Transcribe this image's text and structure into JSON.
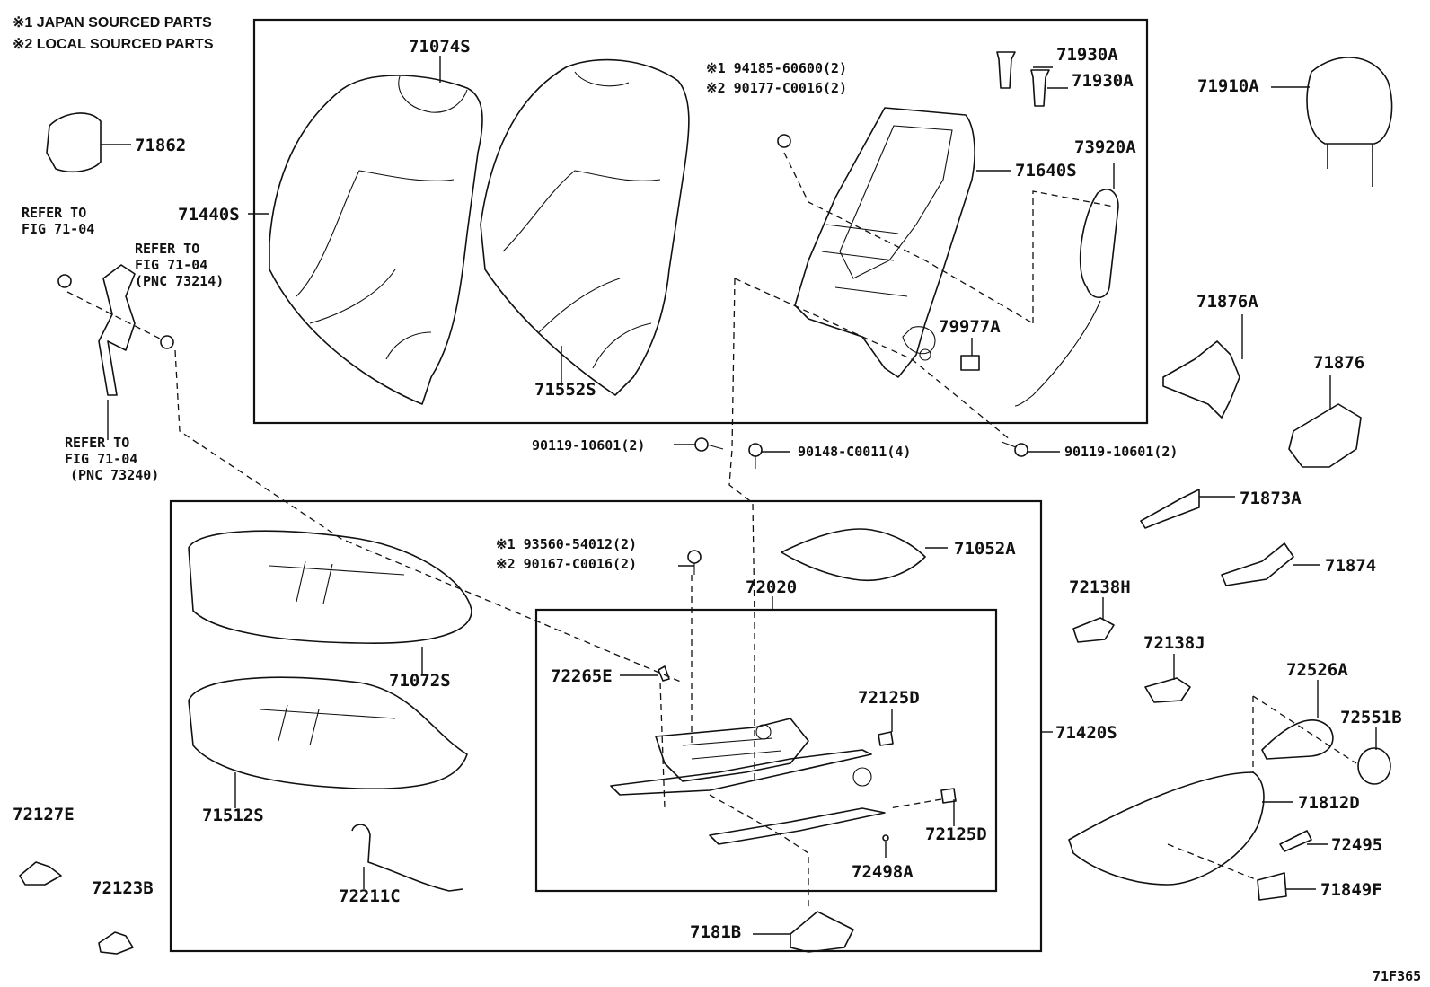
{
  "notes": [
    "※1 JAPAN SOURCED PARTS",
    "※2 LOCAL SOURCED PARTS"
  ],
  "figure_code": "71F365",
  "labels": {
    "p71074S": "71074S",
    "p71440S": "71440S",
    "p71552S": "71552S",
    "p71862": "71862",
    "p71930A_1": "71930A",
    "p71930A_2": "71930A",
    "p71910A": "71910A",
    "n1_94185": "※1 94185-60600(2)",
    "n2_90177": "※2 90177-C0016(2)",
    "p71640S": "71640S",
    "p73920A": "73920A",
    "p79977A": "79977A",
    "p71876A": "71876A",
    "p71876": "71876",
    "p90119_left": "90119-10601(2)",
    "p90148": "90148-C0011(4)",
    "p90119_right": "90119-10601(2)",
    "p71873A": "71873A",
    "p71052A": "71052A",
    "n1_93560": "※1 93560-54012(2)",
    "n2_90167": "※2 90167-C0016(2)",
    "p72020": "72020",
    "p71874": "71874",
    "p72138H": "72138H",
    "p72138J": "72138J",
    "p72265E": "72265E",
    "p72125D_1": "72125D",
    "p72125D_2": "72125D",
    "p71072S": "71072S",
    "p71420S": "71420S",
    "p72526A": "72526A",
    "p72551B": "72551B",
    "p71812D": "71812D",
    "p71512S": "71512S",
    "p72127E": "72127E",
    "p72495": "72495",
    "p72498A": "72498A",
    "p71849F": "71849F",
    "p72123B": "72123B",
    "p72211C": "72211C",
    "p7181B": "7181B"
  },
  "refers": {
    "r1": [
      "REFER TO",
      "FIG 71-04"
    ],
    "r2": [
      "REFER TO",
      "FIG 71-04",
      "(PNC 73214)"
    ],
    "r3": [
      "REFER TO",
      "FIG 71-04",
      "(PNC 73240)"
    ]
  }
}
